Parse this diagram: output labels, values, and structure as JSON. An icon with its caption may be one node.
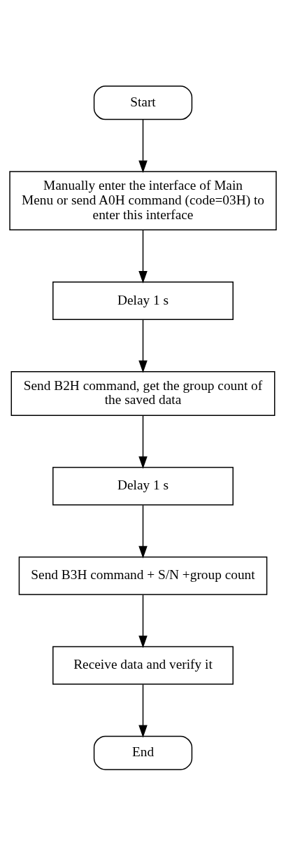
{
  "diagram": {
    "nodes": [
      {
        "text": [
          "Start"
        ]
      },
      {
        "text": [
          "Manually enter the interface of Main Menu or send A0H command (code=03H) to enter this interface"
        ]
      },
      {
        "text": [
          "Delay 1 s"
        ]
      },
      {
        "text": [
          "Send B2H command, get the group count of the saved data"
        ]
      },
      {
        "text": [
          "Delay 1 s"
        ]
      },
      {
        "text": [
          "Send B3H command + S/N +group count"
        ]
      },
      {
        "text": [
          "Receive data and verify it"
        ]
      },
      {
        "text": [
          "End"
        ]
      }
    ],
    "edges": [
      {
        "from": 0,
        "to": 1,
        "arrow": "to"
      },
      {
        "from": 1,
        "to": 2,
        "arrow": "to"
      },
      {
        "from": 2,
        "to": 3,
        "arrow": "to"
      },
      {
        "from": 3,
        "to": 4,
        "arrow": "to"
      },
      {
        "from": 4,
        "to": 5,
        "arrow": "to"
      },
      {
        "from": 5,
        "to": 6,
        "arrow": "to"
      },
      {
        "from": 6,
        "to": 7,
        "arrow": "to"
      }
    ]
  }
}
